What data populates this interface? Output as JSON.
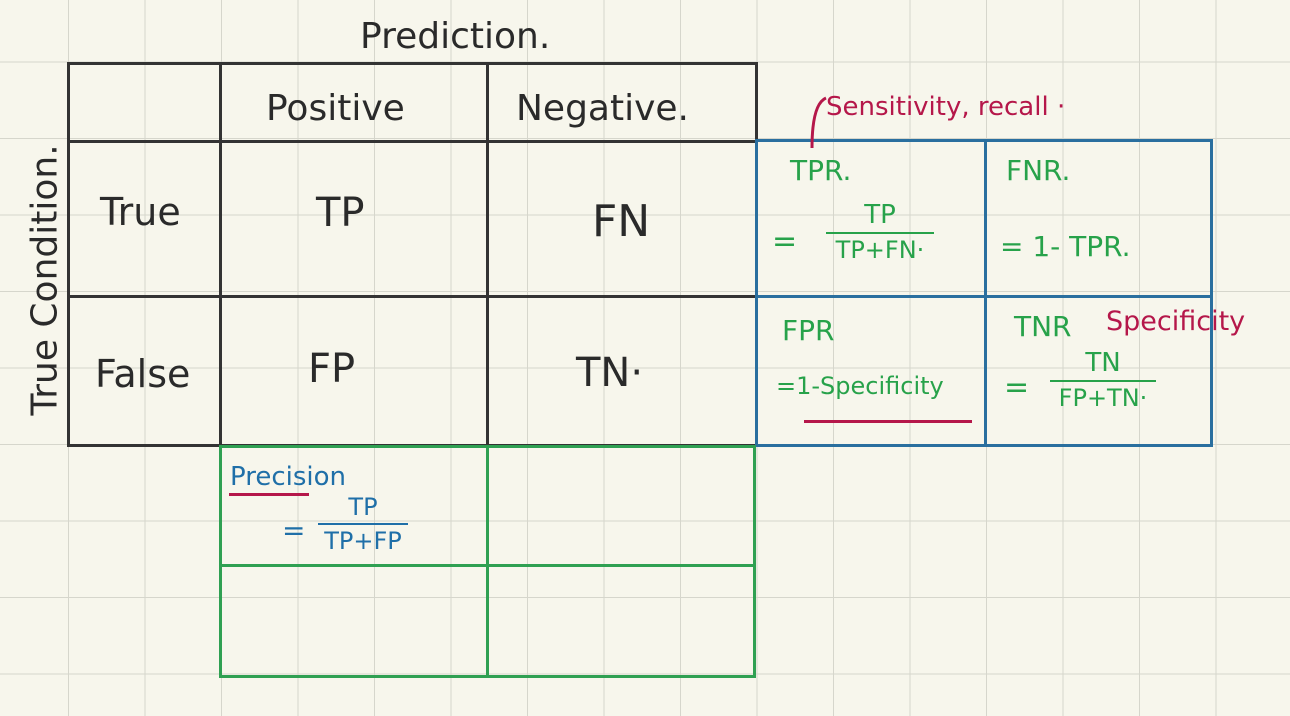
{
  "header": {
    "prediction": "Prediction."
  },
  "columns": {
    "positive": "Positive",
    "negative": "Negative."
  },
  "row_axis": "True Condition.",
  "rows": {
    "true": "True",
    "false": "False"
  },
  "cells": {
    "tp": "TP",
    "fn": "FN",
    "fp": "FP",
    "tn": "TN·"
  },
  "annotations": {
    "sensitivity_recall": "Sensitivity, recall ·",
    "specificity": "Specificity"
  },
  "rates": {
    "tpr": {
      "label": "TPR.",
      "eq": "=",
      "num": "TP",
      "den": "TP+FN·"
    },
    "fnr": {
      "label": "FNR.",
      "expr": "= 1- TPR."
    },
    "fpr": {
      "label": "FPR",
      "expr": "=1-Specificity"
    },
    "tnr": {
      "label": "TNR",
      "eq": "=",
      "num": "TN",
      "den": "FP+TN·"
    }
  },
  "precision": {
    "label": "Precision",
    "eq": "=",
    "num": "TP",
    "den": "TP+FP"
  },
  "colors": {
    "black": "#333333",
    "blue": "#2a6f9f",
    "green": "#2fa052",
    "crimson": "#b5174a"
  }
}
